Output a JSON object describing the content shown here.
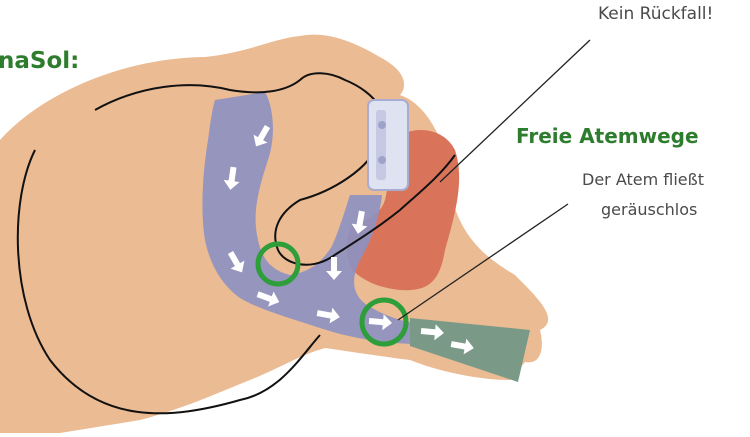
{
  "labels": {
    "brand_fragment": "naSol:",
    "callout_top": "Kein Rückfall!",
    "airway_title": "Freie Atemwege",
    "airway_line1": "Der Atem fließt",
    "airway_line2": "geräuschlos"
  },
  "colors": {
    "skin": "#ebbb94",
    "airway": "#8e91c0",
    "trachea": "#7a9a87",
    "tongue": "#d9745a",
    "device": "#dfe2f1",
    "highlight_ring": "#2e9e3a",
    "outline": "#111111",
    "title_green": "#2e7d2e",
    "text_gray": "#4a4a4a"
  },
  "icons": [
    "flow-arrow-icon",
    "airway-ring-icon",
    "oral-device-icon"
  ]
}
